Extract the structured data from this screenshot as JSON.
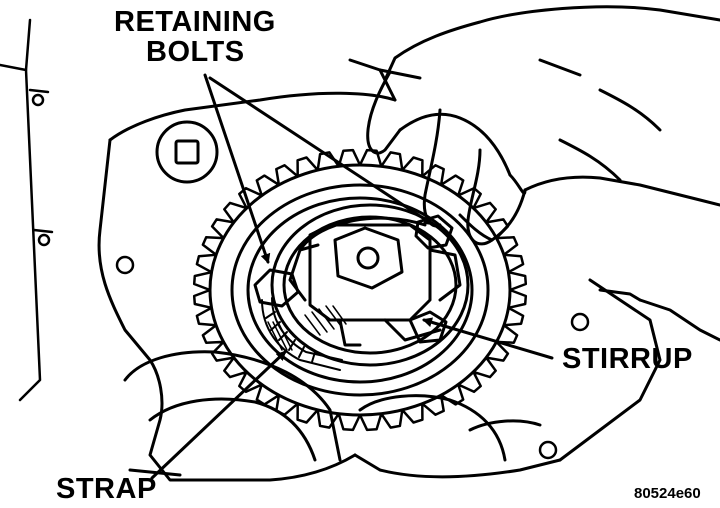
{
  "labels": {
    "retaining_bolts_line1": "RETAINING",
    "retaining_bolts_line2": "BOLTS",
    "stirrup": "STIRRUP",
    "strap": "STRAP"
  },
  "figure_number": "80524e60",
  "colors": {
    "ink": "#000000",
    "paper": "#ffffff"
  }
}
